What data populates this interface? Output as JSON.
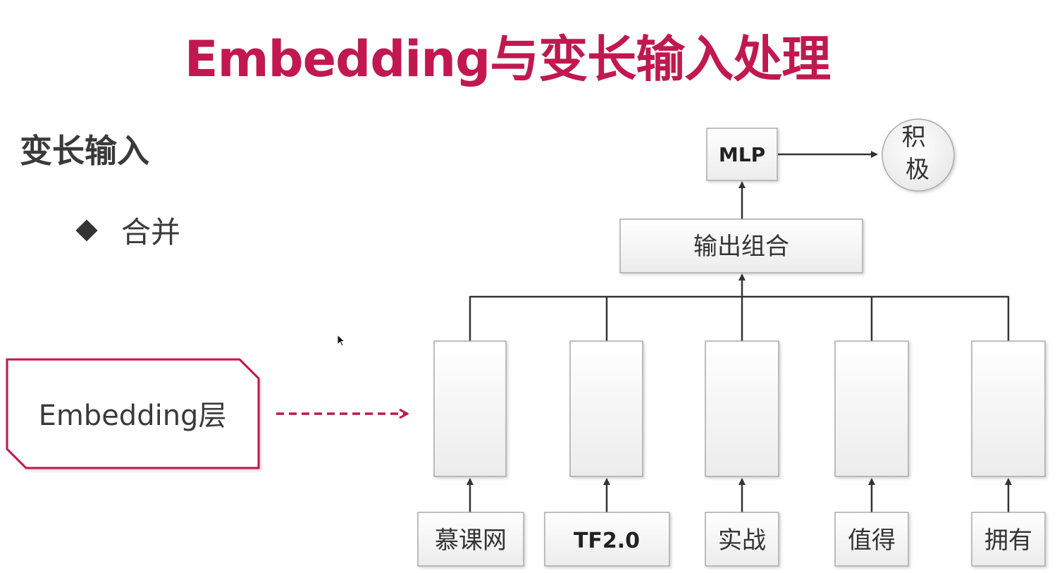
{
  "slide": {
    "title": "Embedding与变长输入处理",
    "heading": "变长输入",
    "bullet": "合并"
  },
  "diagram": {
    "embedding_label": "Embedding层",
    "mlp_label": "MLP",
    "output_label": "积\n极",
    "combine_label": "输出组合",
    "inputs": [
      "慕课网",
      "TF2.0",
      "实战",
      "值得",
      "拥有"
    ]
  },
  "colors": {
    "accent": "#c0184f",
    "line": "#333333",
    "box_border": "#aaaaaa",
    "box_fill": "#f6f6f6"
  }
}
